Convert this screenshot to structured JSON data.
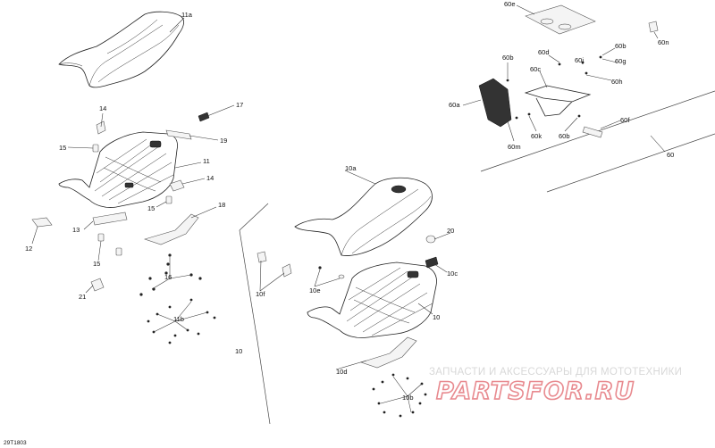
{
  "callouts": [
    {
      "id": "11a",
      "label": "11a"
    },
    {
      "id": "14a",
      "label": "14"
    },
    {
      "id": "17",
      "label": "17"
    },
    {
      "id": "15a",
      "label": "15"
    },
    {
      "id": "19",
      "label": "19"
    },
    {
      "id": "11",
      "label": "11"
    },
    {
      "id": "14b",
      "label": "14"
    },
    {
      "id": "15b",
      "label": "15"
    },
    {
      "id": "18",
      "label": "18"
    },
    {
      "id": "13",
      "label": "13"
    },
    {
      "id": "12",
      "label": "12"
    },
    {
      "id": "15c",
      "label": "15"
    },
    {
      "id": "16",
      "label": "16"
    },
    {
      "id": "21",
      "label": "21"
    },
    {
      "id": "11b",
      "label": "11b"
    },
    {
      "id": "10a",
      "label": "10a"
    },
    {
      "id": "20",
      "label": "20"
    },
    {
      "id": "10c",
      "label": "10c"
    },
    {
      "id": "10f",
      "label": "10f"
    },
    {
      "id": "10e",
      "label": "10e"
    },
    {
      "id": "10",
      "label": "10"
    },
    {
      "id": "10group",
      "label": "10"
    },
    {
      "id": "10d",
      "label": "10d"
    },
    {
      "id": "10b",
      "label": "10b"
    },
    {
      "id": "60e",
      "label": "60e"
    },
    {
      "id": "60n",
      "label": "60n"
    },
    {
      "id": "60b1",
      "label": "60b"
    },
    {
      "id": "60d",
      "label": "60d"
    },
    {
      "id": "60b2",
      "label": "60b"
    },
    {
      "id": "60j",
      "label": "60j"
    },
    {
      "id": "60g",
      "label": "60g"
    },
    {
      "id": "60c",
      "label": "60c"
    },
    {
      "id": "60h",
      "label": "60h"
    },
    {
      "id": "60a",
      "label": "60a"
    },
    {
      "id": "60f",
      "label": "60f"
    },
    {
      "id": "60m",
      "label": "60m"
    },
    {
      "id": "60k",
      "label": "60k"
    },
    {
      "id": "60b3",
      "label": "60b"
    },
    {
      "id": "60",
      "label": "60"
    }
  ],
  "drawing_code": "29T1803",
  "watermark": {
    "tagline": "ЗАПЧАСТИ И АКСЕССУАРЫ ДЛЯ МОТОТЕХНИКИ",
    "logo": "PARTSFOR.RU"
  }
}
